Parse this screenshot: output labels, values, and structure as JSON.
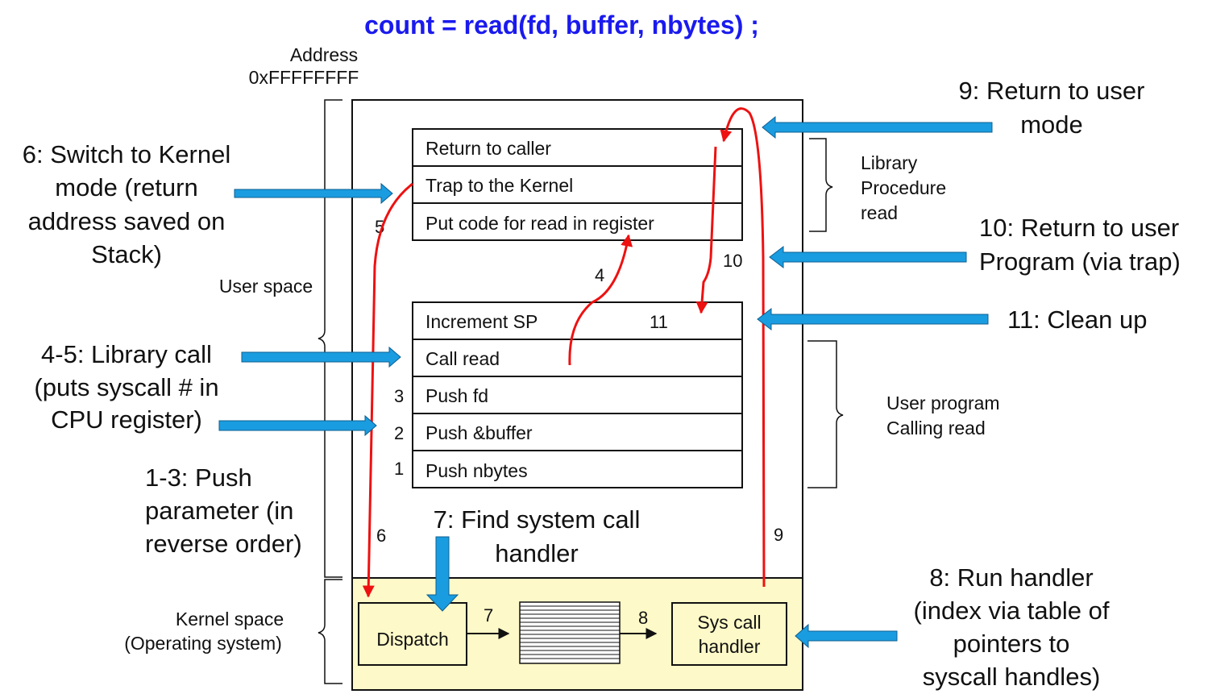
{
  "title": "count = read(fd, buffer, nbytes) ;",
  "address_label": [
    "Address",
    "0xFFFFFFFF"
  ],
  "library_box": {
    "rows": [
      "Return to caller",
      "Trap to the Kernel",
      "Put code for read in register"
    ],
    "brace_label": [
      "Library",
      "Procedure",
      "read"
    ]
  },
  "program_box": {
    "rows": [
      "Increment SP",
      "Call read",
      "Push fd",
      "Push &buffer",
      "Push nbytes"
    ],
    "brace_label": [
      "User program",
      "Calling read"
    ]
  },
  "user_space_label": "User space",
  "kernel_space_label": [
    "Kernel space",
    "(Operating system)"
  ],
  "kernel": {
    "dispatch": "Dispatch",
    "handler": [
      "Sys call",
      "handler"
    ],
    "arrow_num_7": "7",
    "arrow_num_8": "8"
  },
  "step_numbers": {
    "n1": "1",
    "n2": "2",
    "n3": "3",
    "n4": "4",
    "n5": "5",
    "n6": "6",
    "n9": "9",
    "n10": "10",
    "n11": "11"
  },
  "callouts": {
    "step6": [
      "6: Switch to Kernel",
      "mode (return",
      "address saved on",
      "Stack)"
    ],
    "step45": [
      "4-5: Library call",
      "(puts syscall # in",
      "CPU register)"
    ],
    "step13": [
      "1-3: Push",
      "parameter (in",
      "reverse order)"
    ],
    "step7": [
      "7: Find system call",
      "handler"
    ],
    "step9": [
      "9: Return to user",
      "mode"
    ],
    "step10": [
      "10: Return to user",
      "Program (via trap)"
    ],
    "step11": "11: Clean up",
    "step8": [
      "8: Run handler",
      "(index via table of",
      "pointers to",
      "syscall handles)"
    ]
  },
  "colors": {
    "blue_arrow": "#1a9ce0",
    "red_flow": "#ee1111",
    "kernel_fill": "#fdf9c8",
    "title_blue": "#1a1aee"
  }
}
